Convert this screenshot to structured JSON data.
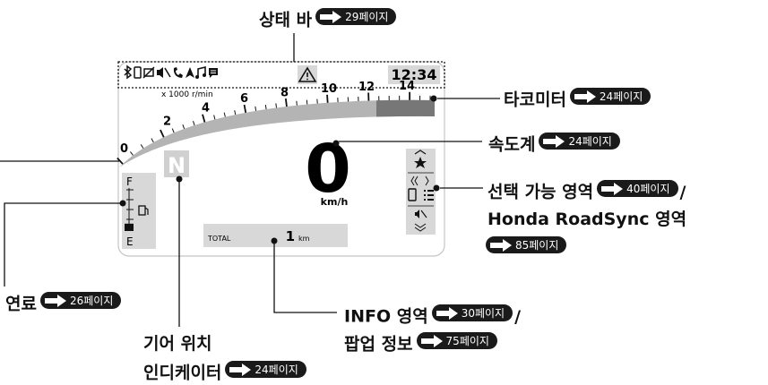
{
  "labels": {
    "status_bar": {
      "text": "상태 바",
      "page": "29페이지"
    },
    "tachometer": {
      "text": "타코미터",
      "page": "24페이지"
    },
    "speedometer": {
      "text": "속도계",
      "page": "24페이지"
    },
    "selectable_area": {
      "text": "선택 가능 영역",
      "page": "40페이지",
      "slash": "/"
    },
    "roadsync_area": {
      "text": "Honda RoadSync 영역",
      "page": "85페이지"
    },
    "fuel": {
      "text": "연료",
      "page": "26페이지"
    },
    "info_area": {
      "text": "INFO 영역",
      "page": "30페이지",
      "slash": "/"
    },
    "popup_info": {
      "text": "팝업 정보",
      "page": "75페이지"
    },
    "gear_line1": {
      "text": "기어 위치"
    },
    "gear_line2": {
      "text": "인디케이터",
      "page": "24페이지"
    }
  },
  "display": {
    "clock": "12:34",
    "tach_unit": "x 1000 r/min",
    "tach_ticks": [
      "0",
      "2",
      "4",
      "6",
      "8",
      "10",
      "12",
      "14"
    ],
    "speed": "0",
    "speed_unit": "km/h",
    "gear": "N",
    "fuel_full": "F",
    "fuel_empty": "E",
    "fuel_level": 0.15,
    "odo_label": "TOTAL",
    "odo_value": "1",
    "odo_unit": "km"
  },
  "colors": {
    "ink": "#111111",
    "screen": "#ffffff",
    "panel": "#d8d8d8",
    "tach_fill": "#b4b4b4",
    "redzone": "#777777",
    "badge": "#1a1a1a"
  }
}
